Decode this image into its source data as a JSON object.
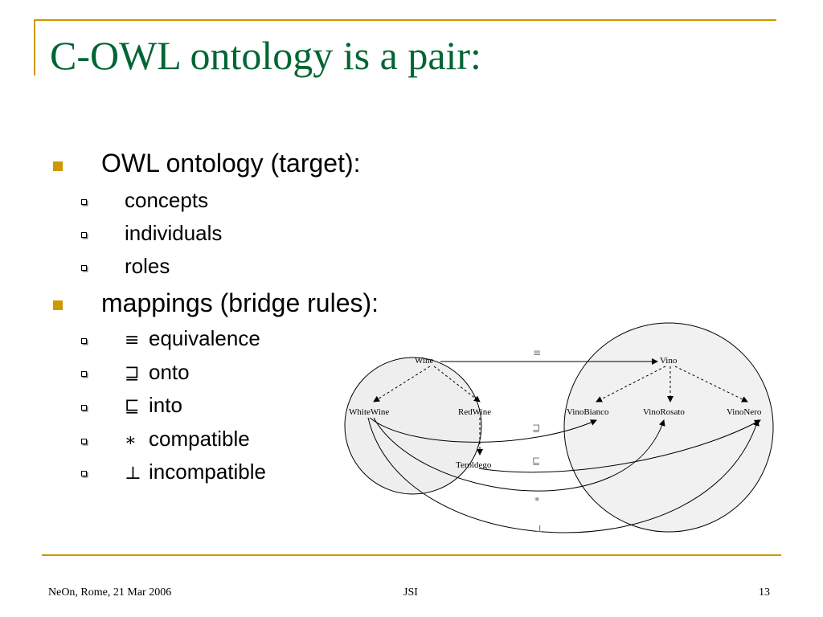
{
  "slide": {
    "title": "C-OWL ontology is a pair:",
    "bullets": [
      {
        "text": "OWL ontology (target):",
        "items": [
          "concepts",
          "individuals",
          "roles"
        ]
      },
      {
        "text": "mappings (bridge rules):",
        "items": [
          {
            "symbol": "≡",
            "label": "equivalence"
          },
          {
            "symbol": "⊒",
            "label": "onto"
          },
          {
            "symbol": "⊑",
            "label": "into"
          },
          {
            "symbol": "∗",
            "label": "compatible"
          },
          {
            "symbol": "⊥",
            "label": "incompatible"
          }
        ]
      }
    ]
  },
  "diagram": {
    "left_nodes": {
      "wine": "Wine",
      "white_wine": "WhiteWine",
      "red_wine": "RedWine",
      "teroldego": "Teroldego"
    },
    "right_nodes": {
      "vino": "Vino",
      "vino_bianco": "VinoBianco",
      "vino_rosato": "VinoRosato",
      "vino_nero": "VinoNero"
    },
    "rule_symbols": {
      "equivalence": "≡",
      "onto": "⊒",
      "into": "⊑",
      "compatible": "∗",
      "incompatible": "⊥"
    }
  },
  "footer": {
    "left": "NeOn, Rome, 21 Mar 2006",
    "center": "JSI",
    "page": "13"
  },
  "colors": {
    "accent": "#cc9900",
    "title": "#006633"
  }
}
